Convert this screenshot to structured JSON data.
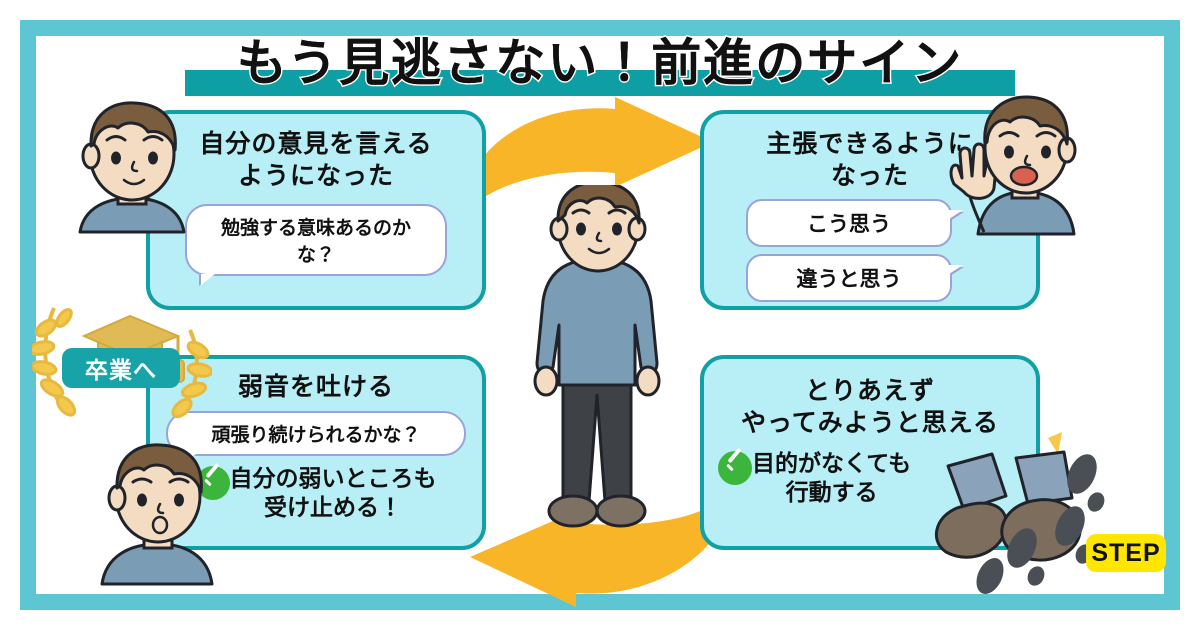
{
  "frame": {
    "border_color": "#5ec6d2",
    "background": "#ffffff"
  },
  "header": {
    "title": "もう見逃さない！前進のサイン",
    "underline_color": "#0d9fa4"
  },
  "theme": {
    "card_fill": "#b8eff6",
    "card_border": "#10a0a5",
    "arrow_color": "#f9b528",
    "check_green": "#3cb53c",
    "bubble_border": "#9aa3d8",
    "step_yellow": "#ffe600",
    "gold": "#e8b93f"
  },
  "cards": [
    {
      "id": "top-left",
      "title": "自分の意見を言える\nようになった",
      "title_line1": "自分の意見を言える",
      "title_line2": "ようになった",
      "bubbles": [
        "勉強する意味あるのかな？"
      ],
      "checks": []
    },
    {
      "id": "top-right",
      "title": "主張できるように\nなった",
      "title_line1": "主張できるように",
      "title_line2": "なった",
      "bubbles": [
        "こう思う",
        "違うと思う"
      ],
      "checks": []
    },
    {
      "id": "bottom-left",
      "title": "弱音を吐ける",
      "title_line1": "弱音を吐ける",
      "title_line2": "",
      "bubbles": [
        "頑張り続けられるかな？"
      ],
      "checks": [
        "自分の弱いところも\n受け止める！"
      ],
      "check_line1": "自分の弱いところも",
      "check_line2": "受け止める！"
    },
    {
      "id": "bottom-right",
      "title": "とりあえず\nやってみようと思える",
      "title_line1": "とりあえず",
      "title_line2": "やってみようと思える",
      "bubbles": [],
      "checks": [
        "目的がなくても\n行動する"
      ],
      "check_line1": "目的がなくても",
      "check_line2": "行動する"
    }
  ],
  "badges": {
    "graduation_label": "卒業へ",
    "step_label": "STEP"
  },
  "icons": {
    "arrow_top": "curved-arrow-right-icon",
    "arrow_bottom": "curved-arrow-left-icon",
    "check": "check-circle-icon",
    "grad_cap": "graduation-cap-icon",
    "laurel": "laurel-wreath-icon",
    "footprints": "footprints-icon"
  },
  "characters": {
    "center": "standing-boy-illustration",
    "top_left": "boy-head-neutral",
    "top_right": "boy-waving-hand",
    "bottom_left": "boy-head-worried",
    "bottom_right": "walking-feet"
  }
}
